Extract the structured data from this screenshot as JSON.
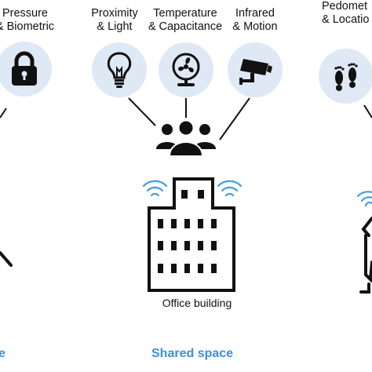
{
  "sensors": [
    {
      "line1": "Pressure",
      "line2": "& Biometric",
      "icon": "lock-icon"
    },
    {
      "line1": "Proximity",
      "line2": "& Light",
      "icon": "light-bulb-icon"
    },
    {
      "line1": "Temperature",
      "line2": "& Capacitance",
      "icon": "fan-icon"
    },
    {
      "line1": "Infrared",
      "line2": "& Motion",
      "icon": "camera-icon"
    },
    {
      "line1": "Pedomet",
      "line2": "& Locatio",
      "icon": "footprints-icon"
    }
  ],
  "building_caption": "Office building",
  "sections": {
    "left_partial": "e",
    "shared": "Shared space"
  },
  "colors": {
    "circle_fill": "#dfe8f5",
    "wifi_blue": "#4a9ce0",
    "section_blue": "#3b8ee0",
    "line": "#111111"
  }
}
